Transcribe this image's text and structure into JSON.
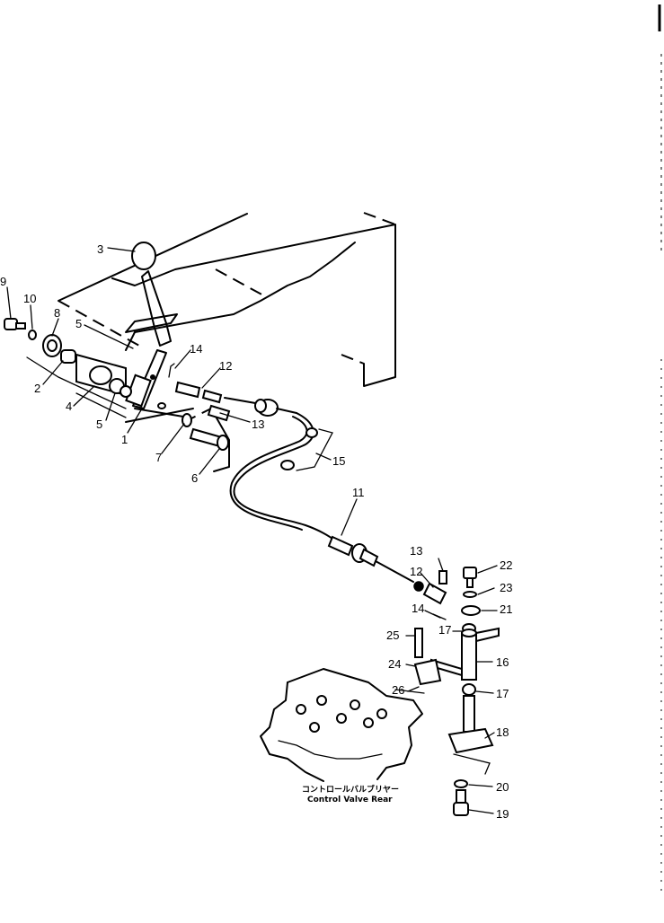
{
  "callouts": [
    "1",
    "2",
    "3",
    "4",
    "5",
    "6",
    "7",
    "8",
    "9",
    "10",
    "11",
    "12",
    "13",
    "14",
    "15",
    "16",
    "17",
    "18",
    "19",
    "20",
    "21",
    "22",
    "23",
    "24",
    "25",
    "26"
  ],
  "labels": {
    "c1": "1",
    "c2": "2",
    "c3": "3",
    "c4": "4",
    "c5a": "5",
    "c5b": "5",
    "c6": "6",
    "c7": "7",
    "c8": "8",
    "c9": "9",
    "c10": "10",
    "c11": "11",
    "c12a": "12",
    "c12b": "12",
    "c13a": "13",
    "c13b": "13",
    "c14a": "14",
    "c14b": "14",
    "c15": "15",
    "c16": "16",
    "c17a": "17",
    "c17b": "17",
    "c18": "18",
    "c19": "19",
    "c20": "20",
    "c21": "21",
    "c22": "22",
    "c23": "23",
    "c24": "24",
    "c25": "25",
    "c26": "26"
  },
  "caption": {
    "japanese": "コントロールバルブリヤー",
    "english": "Control Valve Rear"
  }
}
